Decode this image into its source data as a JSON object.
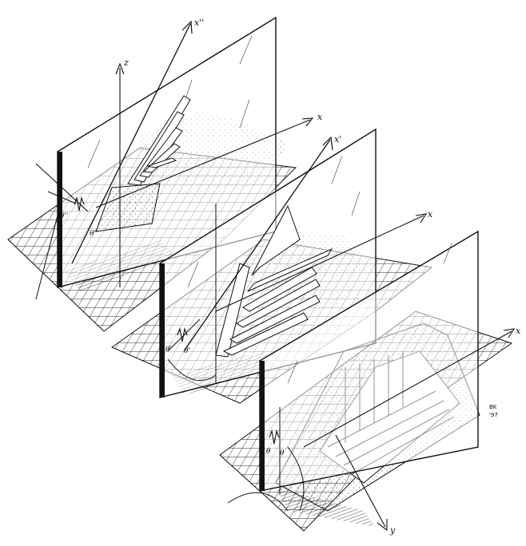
{
  "labels": {
    "z": "z",
    "x_double_prime": "x''",
    "x_prime": "x'",
    "x_top": "x",
    "x_mid": "x",
    "x_bottom": "x",
    "y": "y",
    "theta_double_prime": "θ''",
    "theta_double_prime_b": "θ''",
    "theta_prime": "θ'",
    "theta_prime_b": "θ'",
    "theta": "θ",
    "theta_b": "θ"
  },
  "signature": {
    "initials": "BK",
    "year": "'97"
  },
  "colors": {
    "ink": "#111111",
    "paper": "#ffffff"
  }
}
